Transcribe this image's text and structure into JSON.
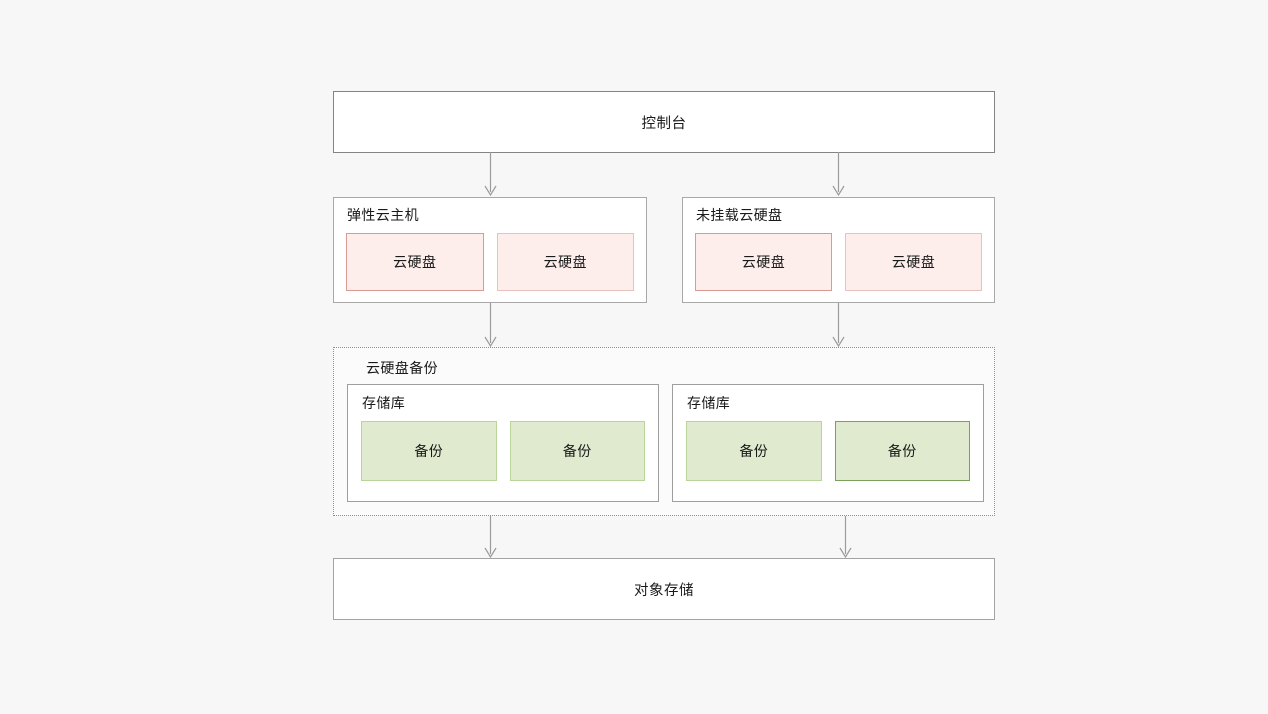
{
  "diagram": {
    "background_color": "#f7f7f7",
    "title_top": "控制台",
    "title_bottom": "对象存储",
    "groups": {
      "ecs": {
        "label": "弹性云主机",
        "disks": [
          {
            "label": "云硬盘"
          },
          {
            "label": "云硬盘"
          }
        ]
      },
      "unmounted": {
        "label": "未挂载云硬盘",
        "disks": [
          {
            "label": "云硬盘"
          },
          {
            "label": "云硬盘"
          }
        ]
      },
      "backup": {
        "label": "云硬盘备份",
        "vaults": [
          {
            "label": "存储库",
            "backups": [
              {
                "label": "备份"
              },
              {
                "label": "备份"
              }
            ]
          },
          {
            "label": "存储库",
            "backups": [
              {
                "label": "备份"
              },
              {
                "label": "备份"
              }
            ]
          }
        ]
      }
    },
    "colors": {
      "disk_fill": "#fdeeec",
      "disk_border": "#d79b93",
      "backup_fill": "#dfeacf",
      "backup_border": "#b9d39a",
      "box_border": "#9a9a9a",
      "arrow": "#9b9b9b"
    }
  }
}
